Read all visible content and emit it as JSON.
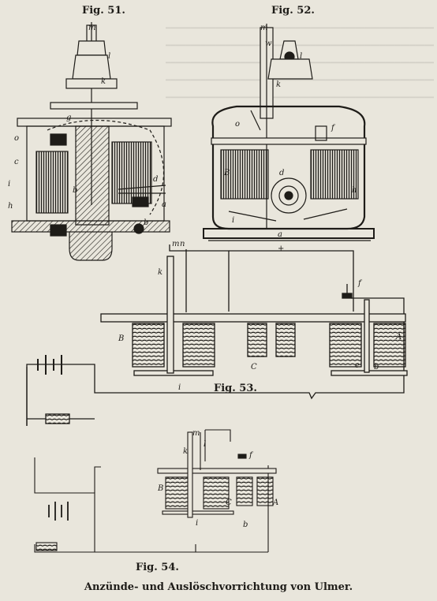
{
  "figures": {
    "fig51": {
      "caption": "Fig. 51.",
      "labels": [
        "m",
        "l",
        "k",
        "g",
        "o",
        "c",
        "b",
        "d",
        "a",
        "i",
        "h",
        "b"
      ]
    },
    "fig52": {
      "caption": "Fig. 52.",
      "labels": [
        "m",
        "w",
        "l",
        "k",
        "o",
        "f",
        "B",
        "d",
        "h",
        "i",
        "a",
        "+"
      ]
    },
    "fig53": {
      "caption": "Fig. 53.",
      "labels": [
        "m",
        "n",
        "k",
        "f",
        "B",
        "C",
        "A",
        "i",
        "e",
        "b"
      ]
    },
    "fig54": {
      "caption": "Fig. 54.",
      "labels": [
        "m",
        "l",
        "k",
        "f",
        "B",
        "C",
        "A",
        "i",
        "b"
      ]
    }
  },
  "main_caption": "Anzünde- und Auslöschvorrichtung von Ulmer."
}
